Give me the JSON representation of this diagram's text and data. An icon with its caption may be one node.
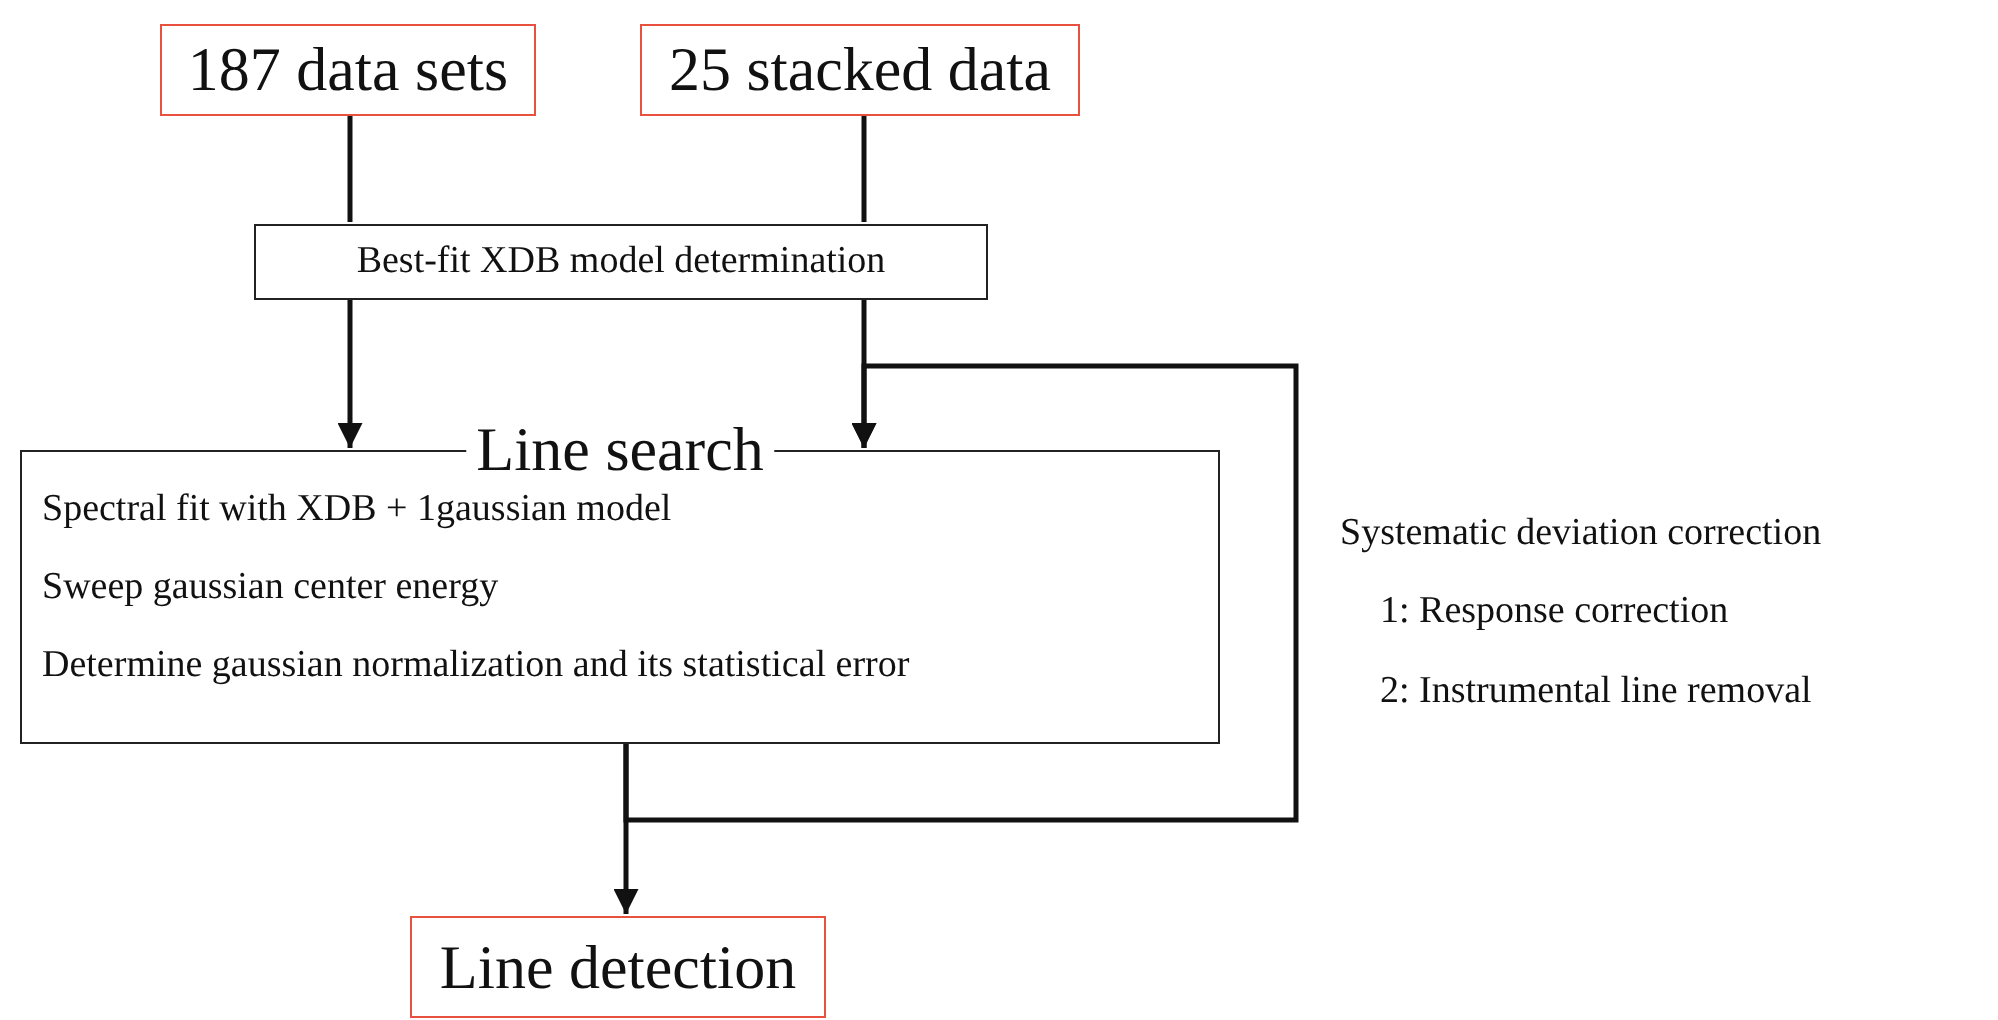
{
  "diagram": {
    "nodes": [
      {
        "text": [
          "187 data sets"
        ]
      },
      {
        "text": [
          "25 stacked data"
        ]
      },
      {
        "text": [
          "Best-fit XDB model determination"
        ]
      },
      {
        "text": [
          "Line search",
          "Spectral fit with XDB + 1gaussian model",
          "Sweep gaussian center energy",
          "Determine gaussian normalization and its statistical error"
        ]
      },
      {
        "text": [
          "Line detection"
        ]
      }
    ],
    "edges": [
      {
        "from": 0,
        "to": 2,
        "arrow": "none"
      },
      {
        "from": 1,
        "to": 2,
        "arrow": "none"
      },
      {
        "from": 2,
        "to": 3,
        "arrow": "to"
      },
      {
        "from": 2,
        "to": 3,
        "arrow": "to"
      },
      {
        "from": 3,
        "to": 3,
        "arrow": "to"
      },
      {
        "from": 3,
        "to": 4,
        "arrow": "to"
      }
    ],
    "labels": [
      "Systematic deviation correction",
      "1: Response correction",
      "2: Instrumental line removal"
    ]
  }
}
